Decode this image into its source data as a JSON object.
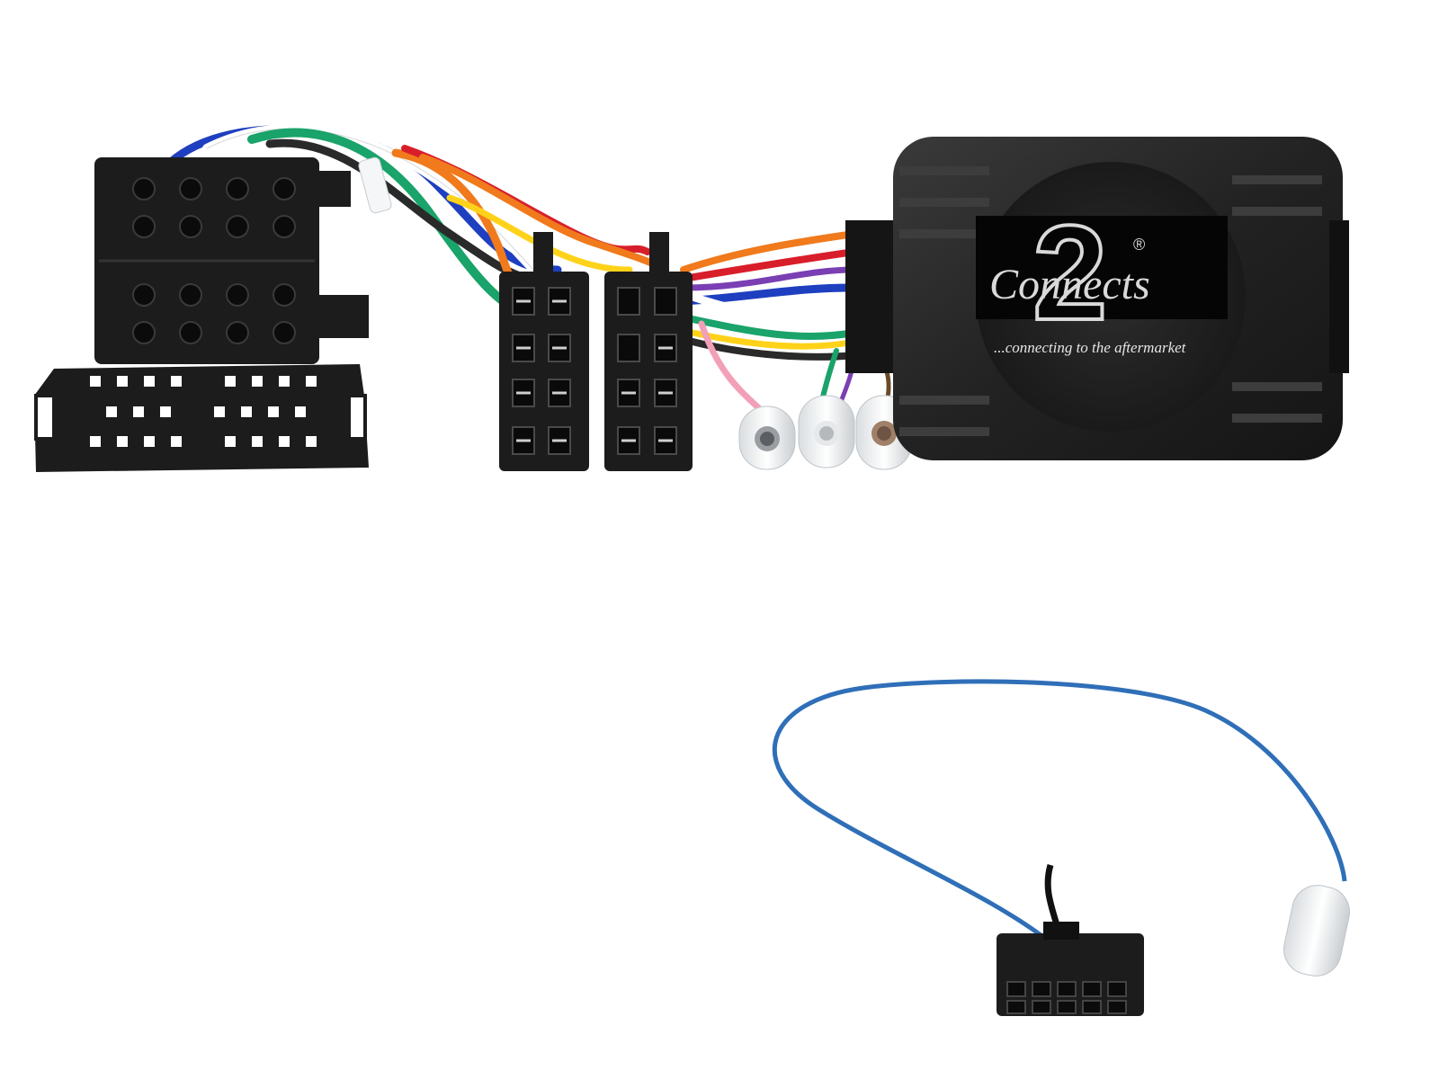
{
  "product": {
    "brand_logo": {
      "wordmark": "Connects",
      "numeral": "2",
      "registered_mark": "®",
      "tagline": "...connecting to the aftermarket"
    },
    "colors": {
      "background": "#ffffff",
      "connector_black": "#1c1c1c",
      "module_body": "#262626",
      "patch_lead": "#2f6fb8",
      "terminal_clear": "#e9ecee",
      "wires": [
        "#1e3fbf",
        "#ffffff",
        "#1aa36a",
        "#f07a1c",
        "#d81e2a",
        "#ffd21a",
        "#7a3fb3",
        "#f2a0b8",
        "#6a4a2a",
        "#2a2a2a"
      ]
    },
    "components": [
      "quadlock-connector",
      "iso-connector-pair",
      "bullet-terminals",
      "interface-module",
      "patch-lead"
    ]
  }
}
